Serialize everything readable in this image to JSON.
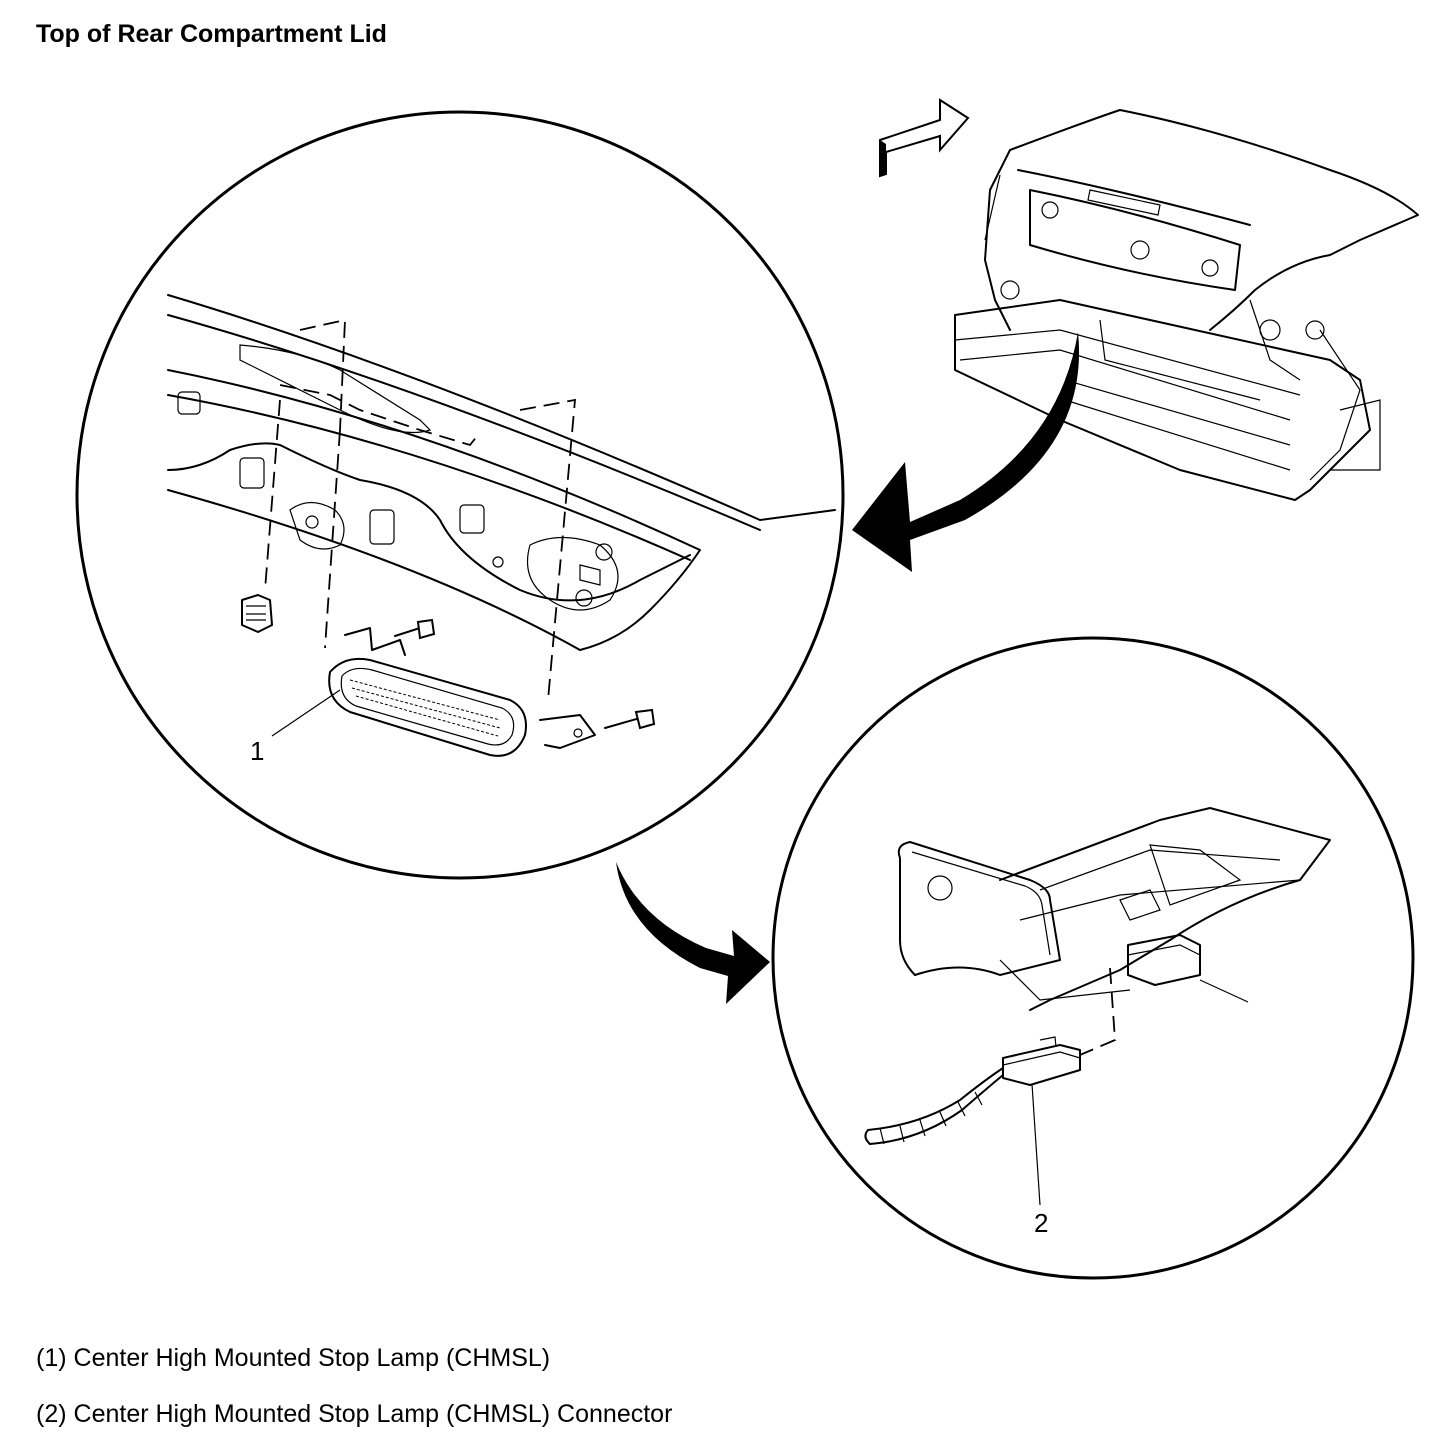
{
  "title": "Top of Rear Compartment Lid",
  "callouts": {
    "item1": "1",
    "item2": "2"
  },
  "legend": [
    {
      "number": "(1)",
      "text": "Center High Mounted Stop Lamp (CHMSL)"
    },
    {
      "number": "(2)",
      "text": "Center High Mounted Stop Lamp (CHMSL) Connector"
    }
  ]
}
